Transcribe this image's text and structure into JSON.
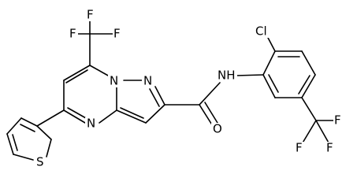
{
  "atom_labels": {
    "f_top_left": "F",
    "f_top_right": "F",
    "f_top_bottom": "F",
    "n_bridge": "N",
    "n_pyrazole": "N",
    "n_pyrimidine": "N",
    "nh": "NH",
    "o": "O",
    "s": "S",
    "cl": "Cl",
    "f_right_top": "F",
    "f_right_left": "F",
    "f_right_bottom": "F"
  }
}
